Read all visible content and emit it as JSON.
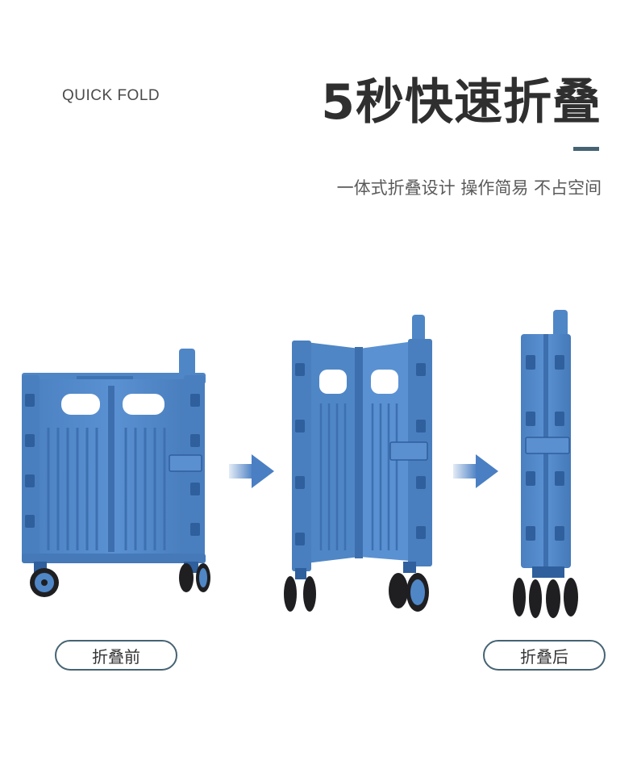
{
  "header": {
    "en_title": "QUICK FOLD",
    "zh_title": "5秒快速折叠",
    "subtitle": "一体式折叠设计 操作简易 不占空间"
  },
  "labels": {
    "before": "折叠前",
    "after": "折叠后"
  },
  "colors": {
    "cart_blue": "#4f86c6",
    "cart_dark": "#2f5f9c",
    "accent": "#466373",
    "arrow": "#4a7fc3",
    "wheel": "#1f1f22"
  },
  "images": {
    "cart_unfolded": "cart-unfolded-illustration",
    "cart_half": "cart-half-folded-illustration",
    "cart_folded": "cart-folded-illustration",
    "arrow_1": "arrow-right-icon",
    "arrow_2": "arrow-right-icon"
  }
}
